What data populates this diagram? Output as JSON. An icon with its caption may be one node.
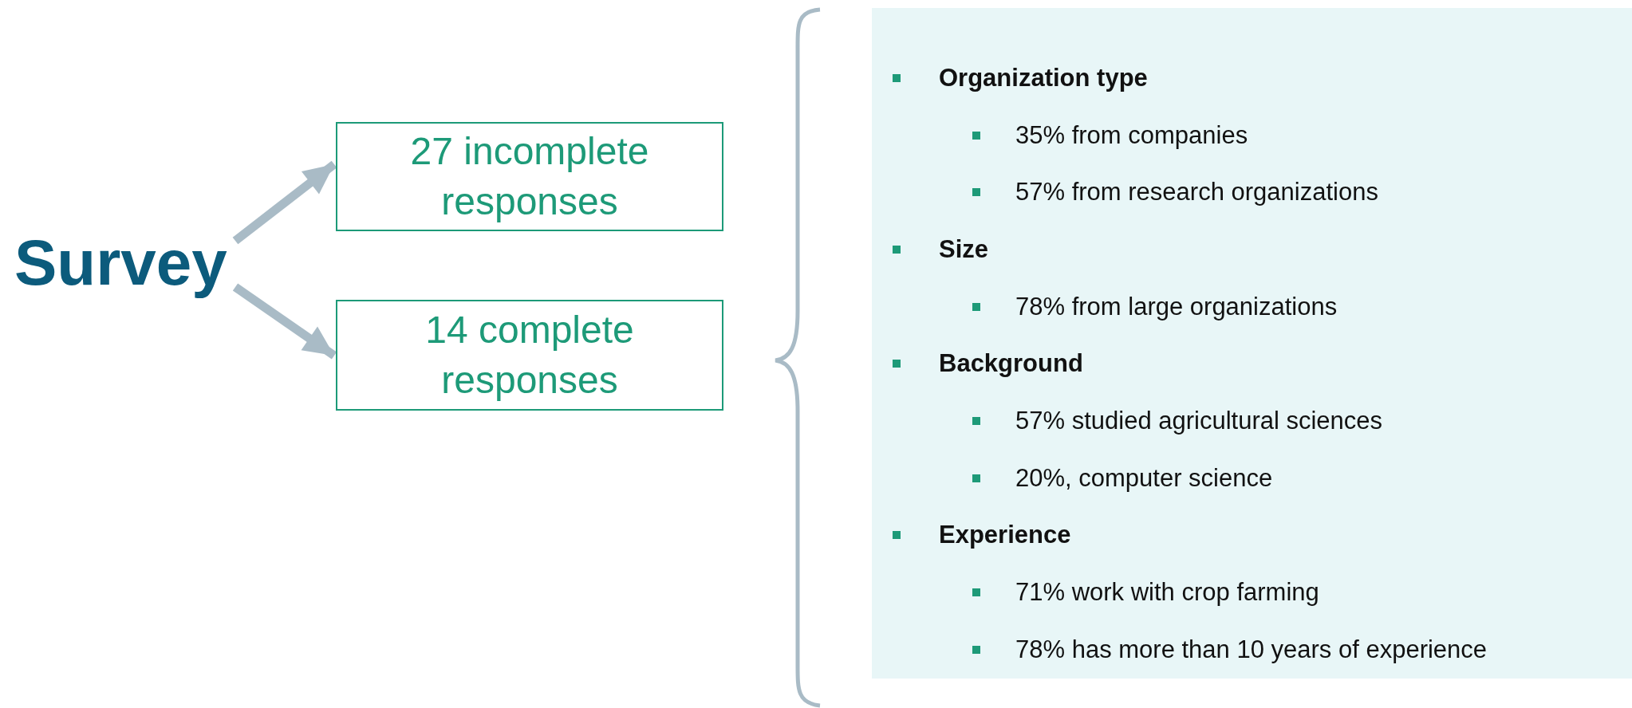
{
  "diagram": {
    "nodes": [
      {
        "text": [
          "Survey"
        ]
      },
      {
        "text": [
          "27 incomplete responses"
        ]
      },
      {
        "text": [
          "14 complete responses"
        ]
      },
      {
        "text": [
          "Organization type",
          "35% from companies",
          "57% from research organizations",
          "Size",
          "78% from large organizations",
          "Background",
          "57% studied agricultural sciences",
          "20%, computer science",
          "Experience",
          "71% work with crop farming",
          "78% has more than 10 years of experience"
        ]
      }
    ],
    "edges": [
      {
        "from": 0,
        "to": 1,
        "arrow": "to"
      },
      {
        "from": 0,
        "to": 2,
        "arrow": "to"
      }
    ]
  }
}
